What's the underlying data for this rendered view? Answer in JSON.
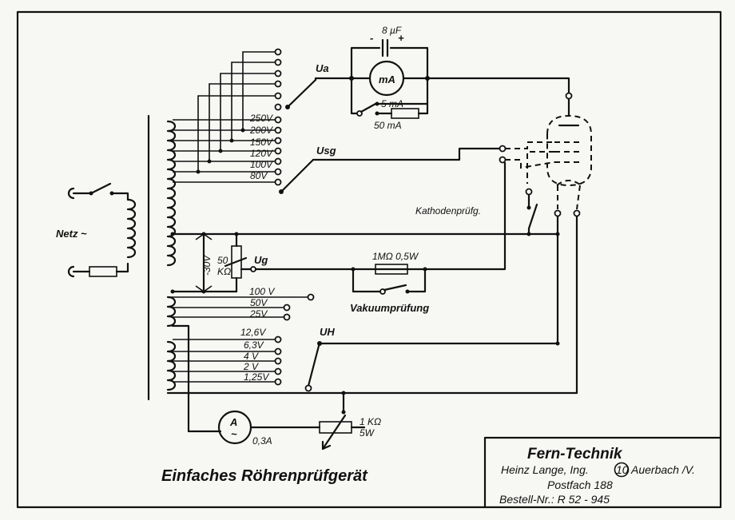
{
  "title": "Einfaches Röhrenprüfgerät",
  "mains_label": "Netz ~",
  "ua_taps": [
    "250V",
    "200V",
    "150V",
    "120V",
    "100V",
    "80V"
  ],
  "ua_switch_label": "Ua",
  "usg_switch_label": "Usg",
  "meter": {
    "symbol": "mA",
    "range_5": "5 mA",
    "range_50": "50 mA"
  },
  "capacitor": {
    "value": "8 µF",
    "minus": "-",
    "plus": "+"
  },
  "cathode_test_label": "Kathodenprüfg.",
  "grid": {
    "label": "Ug",
    "pot_value_top": "50",
    "pot_value_bottom": "KΩ",
    "range": "-30V"
  },
  "resistor_vacuum": "1MΩ 0,5W",
  "vacuum_test_label": "Vakuumprüfung",
  "aux_taps": [
    "100 V",
    "50V",
    "25V"
  ],
  "heater_switch_label": "UH",
  "heater_taps": [
    "12,6V",
    "6,3V",
    "4 V",
    "2 V",
    "1,25V"
  ],
  "ammeter": {
    "symbol": "A",
    "tilde": "~",
    "value": "0,3A"
  },
  "heater_pot": {
    "value": "1 KΩ",
    "power": "5W"
  },
  "company": {
    "name": "Fern-Technik",
    "line1_a": "Heinz Lange, Ing.",
    "line1_circle": "10",
    "line1_b": "Auerbach /V.",
    "line2": "Postfach 188",
    "line3": "Bestell-Nr.: R 52 - 945"
  }
}
